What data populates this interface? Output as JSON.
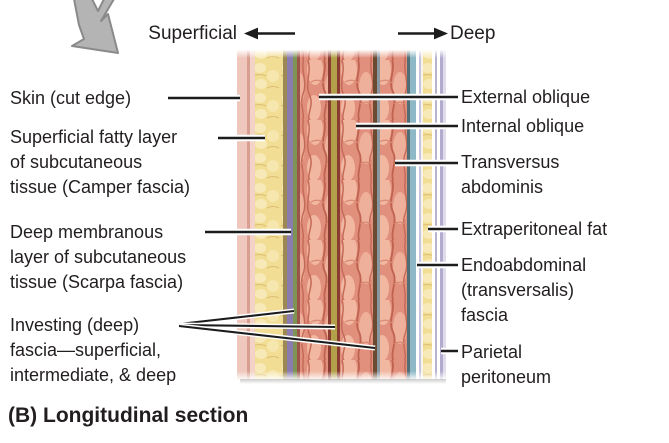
{
  "header": {
    "superficial_label": "Superficial",
    "deep_label": "Deep"
  },
  "icons": {
    "big_arrow": "down-right-block-arrow",
    "superficial_arrow": "left-arrow",
    "deep_arrow": "right-arrow"
  },
  "labels_left": [
    {
      "lines": [
        "Skin (cut edge)"
      ]
    },
    {
      "lines": [
        "Superficial fatty layer",
        "of subcutaneous",
        "tissue (Camper fascia)"
      ]
    },
    {
      "lines": [
        "Deep membranous",
        "layer of subcutaneous",
        "tissue (Scarpa fascia)"
      ]
    },
    {
      "lines": [
        "Investing (deep)",
        "fascia—superficial,",
        "intermediate, & deep"
      ]
    }
  ],
  "labels_right": [
    {
      "lines": [
        "External oblique"
      ]
    },
    {
      "lines": [
        "Internal oblique"
      ]
    },
    {
      "lines": [
        "Transversus",
        "abdominis"
      ]
    },
    {
      "lines": [
        "Extraperitoneal fat"
      ]
    },
    {
      "lines": [
        "Endoabdominal",
        "(transversalis)",
        "fascia"
      ]
    },
    {
      "lines": [
        "Parietal",
        "peritoneum"
      ]
    }
  ],
  "caption": "(B) Longitudinal section",
  "colors": {
    "background": "#ffffff",
    "text": "#221e1f",
    "leader_line": "#1c1c1c",
    "big_arrow_fill": "#b4b4b4",
    "big_arrow_stroke": "#8a8a8a",
    "muscle_base": "#e2907e",
    "muscle_light": "#f1b7a1",
    "muscle_dark": "#bf6250",
    "fat_base": "#f2dd95",
    "fat_light": "#f8eab8"
  },
  "layers": [
    {
      "name": "skin-outer",
      "color": "#efc7bc"
    },
    {
      "name": "skin-line",
      "color": "#d89e92"
    },
    {
      "name": "skin-inner",
      "color": "#f3d3c8"
    },
    {
      "name": "camper-fatty-layer",
      "color": "#f2dd95",
      "texture": "fat"
    },
    {
      "name": "membranous-border",
      "color": "#9c8852"
    },
    {
      "name": "scarpa-fascia",
      "color": "#8a7cae"
    },
    {
      "name": "investing-fascia-superficial",
      "color": "#7d9454"
    },
    {
      "name": "muscle-edge-1",
      "color": "#9c5448"
    },
    {
      "name": "external-oblique-muscle",
      "color": "#e2907e",
      "texture": "muscle"
    },
    {
      "name": "muscle-edge-2",
      "color": "#8a3c30"
    },
    {
      "name": "investing-fascia-intermediate",
      "color": "#b3a04a"
    },
    {
      "name": "muscle-edge-3",
      "color": "#8a3c30"
    },
    {
      "name": "internal-oblique-muscle",
      "color": "#e2907e",
      "texture": "muscle"
    },
    {
      "name": "investing-fascia-deep",
      "color": "#6b4a32"
    },
    {
      "name": "gray-divider",
      "color": "#8a97a0"
    },
    {
      "name": "transversus-muscle",
      "color": "#e2907e",
      "texture": "muscle"
    },
    {
      "name": "teal-edge",
      "color": "#4f6e76"
    },
    {
      "name": "transversalis-fascia",
      "color": "#8fb8c6"
    },
    {
      "name": "gap-1",
      "color": "#ffffff"
    },
    {
      "name": "fascia-line-1",
      "color": "#c9c3dd"
    },
    {
      "name": "gap-2",
      "color": "#f7f4ee"
    },
    {
      "name": "extraperitoneal-fat",
      "color": "#f2dd95",
      "texture": "fat"
    },
    {
      "name": "gap-3",
      "color": "#ffffff"
    },
    {
      "name": "fascia-line-2",
      "color": "#b9b2cf"
    },
    {
      "name": "gap-4",
      "color": "#ffffff"
    },
    {
      "name": "parietal-peritoneum",
      "color": "#b2abce"
    },
    {
      "name": "edge-fade",
      "color": "#dfdbeb"
    }
  ]
}
